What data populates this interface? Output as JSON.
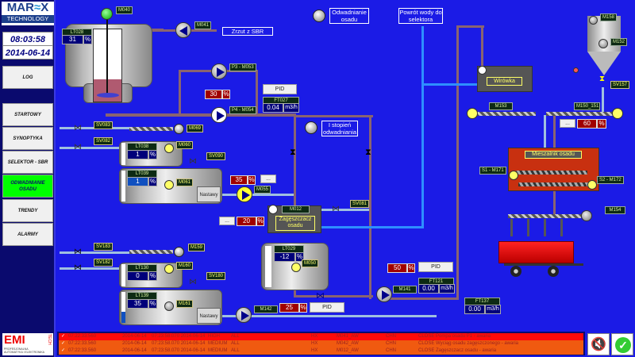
{
  "brand": {
    "name": "MAR",
    "name_wave": "≈",
    "name_end": "X",
    "sub": "TECHNOLOGY"
  },
  "clock": {
    "time": "08:03:58",
    "date": "2014-06-14"
  },
  "nav": [
    {
      "label": "LOG"
    },
    {
      "label": "STARTOWY"
    },
    {
      "label": "SYNOPTYKA"
    },
    {
      "label": "SELEKTOR - SBR"
    },
    {
      "label": "ODWADNIANIE OSADU",
      "active": true
    },
    {
      "label": "TRENDY"
    },
    {
      "label": "ALARMY"
    }
  ],
  "footer_logo": {
    "text": "EMI",
    "side": "TECH",
    "caption": "PROFESJONALNA AUTOMATYKA I ELEKTRONIKA"
  },
  "tags": {
    "M040": "M040",
    "M041": "M041",
    "P3": "P3 - M053",
    "P4": "P4 - M054",
    "LT028": "LT028",
    "M069": "M069",
    "SV083": "SV083",
    "SV082": "SV082",
    "LT038": "LT038",
    "M060": "M060",
    "SV090": "SV090",
    "LT039": "LT039",
    "M061": "M061",
    "M055": "M055",
    "M012": "M012",
    "SV081": "SV081",
    "SV183": "SV183",
    "SV182": "SV182",
    "M159": "M159",
    "LT130": "LT130",
    "M160": "M160",
    "SV180": "SV180",
    "LT139": "LT139",
    "M161": "M161",
    "LT029": "LT029",
    "M050": "M050",
    "M142": "M142",
    "M141": "M141",
    "FT027": "FT027",
    "FT121": "FT121",
    "FT137": "FT137",
    "M158": "M158",
    "M152": "M152",
    "SV157": "SV157",
    "M153": "M153",
    "M150": "M150_151",
    "S1": "S1 - M171",
    "S2": "S2 - M172",
    "M154": "M154"
  },
  "values": {
    "lt028": "31",
    "lt038": "1",
    "lt039": "1",
    "lt130": "0",
    "lt139": "35",
    "lt029": "-12",
    "pct": "%",
    "p3_out": "30",
    "m055_out": "35",
    "thick_out": "20",
    "m142_out": "25",
    "m141_out": "50",
    "mixer_out": "60",
    "ft027": "0.04",
    "ft121": "0.00",
    "ft137": "0.00",
    "unit_flow": "m3/h"
  },
  "labels": {
    "zrzut": "Zrzut z SBR",
    "odwadnianie": "Odwadnianie osadu",
    "powrot": "Powrót wody do selektora",
    "stopien": "I stopień odwadniania",
    "wirowka": "Wirówka",
    "mieszalnik": "Mieszalnik osadu",
    "zageszczacz": "Zagęszczacz osadu",
    "pid": "PID",
    "dots": "...",
    "nastawy": "Nastawy"
  },
  "alarms": [
    {
      "time": "07:22:33.560",
      "date": "2014-06-14",
      "ack": "07:23:58.070 2014-06-14",
      "prio": "HIGH",
      "area": "ALL",
      "mode": "HX",
      "tag": "M041_AW",
      "type": "CHN",
      "state": "CLOSE",
      "msg": "Pompa osadu P1 - awaria",
      "color": "#ff0a0a"
    },
    {
      "time": "07:22:33.560",
      "date": "2014-06-14",
      "ack": "07:23:58.070 2014-06-14",
      "prio": "MEDIUM",
      "area": "ALL",
      "mode": "HX",
      "tag": "M042_AW",
      "type": "CHN",
      "state": "CLOSE",
      "msg": "Wyciąg osadu zagęszczonego - awaria",
      "color": "#f05a10"
    },
    {
      "time": "07:22:33.560",
      "date": "2014-06-14",
      "ack": "07:23:58.070 2014-06-14",
      "prio": "MEDIUM",
      "area": "ALL",
      "mode": "HX",
      "tag": "M012_AW",
      "type": "CHN",
      "state": "CLOSE",
      "msg": "Zagęszczacz osadu - awaria",
      "color": "#f05a10"
    }
  ]
}
